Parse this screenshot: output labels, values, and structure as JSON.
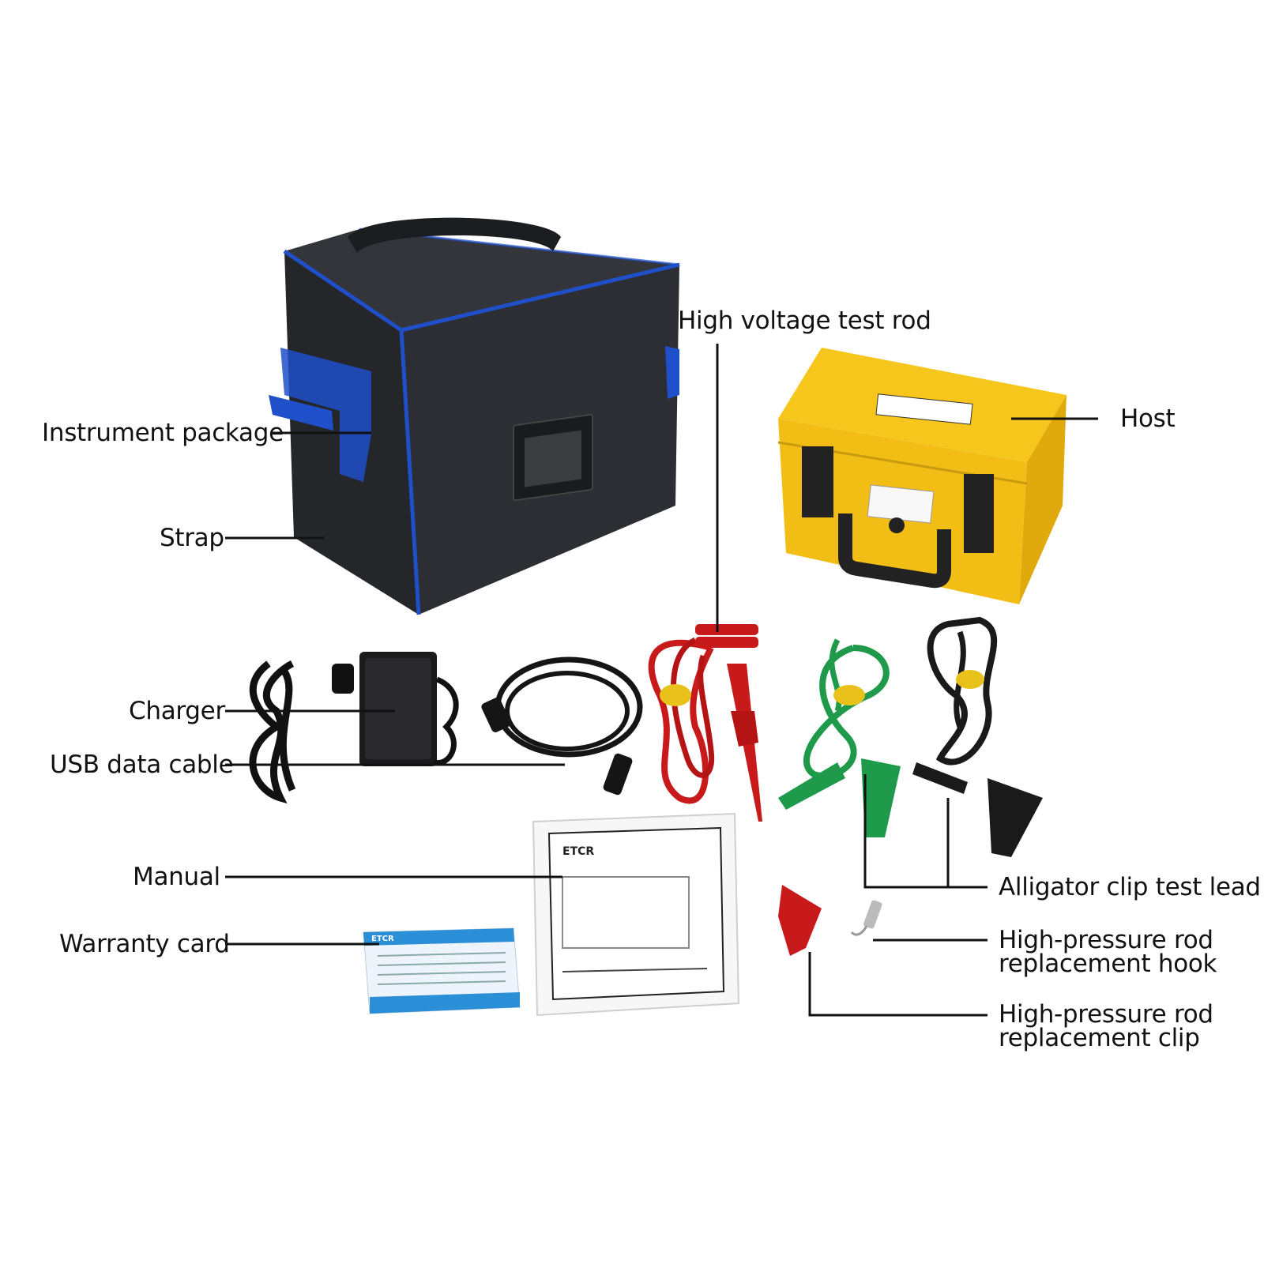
{
  "labels": {
    "instrument_package": "Instrument package",
    "strap": "Strap",
    "high_voltage_test_rod": "High voltage test rod",
    "host": "Host",
    "charger": "Charger",
    "usb_data_cable": "USB data cable",
    "manual": "Manual",
    "warranty_card": "Warranty card",
    "alligator_clip_test_lead": "Alligator clip test lead",
    "hook_line1": "High-pressure rod",
    "hook_line2": "replacement hook",
    "clip_line1": "High-pressure rod",
    "clip_line2": "replacement clip"
  },
  "manual": {
    "brand": "ETCR"
  },
  "warranty": {
    "brand": "ETCR"
  },
  "colors": {
    "bag": "#2a2b2e",
    "bag_trim": "#1f4fc9",
    "case_yellow": "#f4c21a",
    "red_lead": "#c81a1a",
    "green_lead": "#1f9a4a",
    "black_lead": "#1a1a1a",
    "tie_yellow": "#e8c21b",
    "card_blue": "#2a8fd6"
  },
  "icons": [
    "bag",
    "hard-case",
    "charger",
    "usb-cable",
    "red-test-rod",
    "green-lead",
    "black-lead",
    "manual-booklet",
    "warranty-card",
    "red-clip",
    "hook"
  ]
}
